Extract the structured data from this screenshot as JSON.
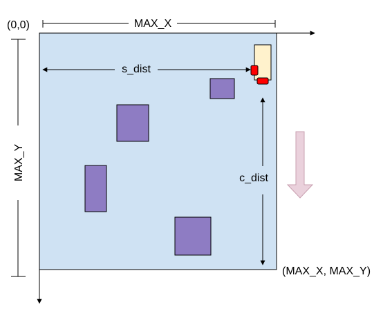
{
  "labels": {
    "origin": "(0,0)",
    "max_x": "MAX_X",
    "max_y": "MAX_Y",
    "s_dist": "s_dist",
    "c_dist": "c_dist",
    "corner": "(MAX_X, MAX_Y)"
  },
  "colors": {
    "field": "#cfe2f3",
    "obstacle": "#8e7cc3",
    "robot_body": "#fff2cc",
    "sensor": "#ff0000",
    "direction_arrow": "#ead1dc",
    "line": "#000000"
  },
  "legend": {
    "obstacle_count": 4,
    "robot_sensor_count": 2
  }
}
